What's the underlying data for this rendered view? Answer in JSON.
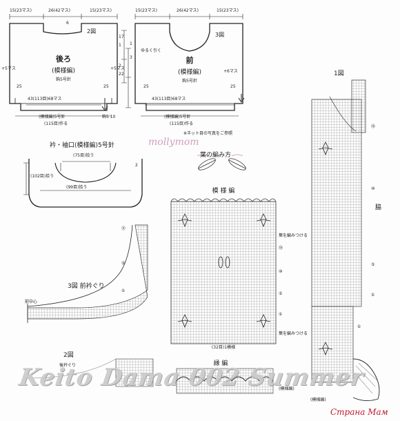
{
  "back": {
    "title": "後ろ",
    "pattern": "(模様編)",
    "needle": "鈎5号針",
    "tag": "2図",
    "width_top_left": "15(23マス)",
    "width_top_mid": "26(42マス)",
    "width_top_right": "15(23マス)",
    "bottom_count": "43(113目)68マス",
    "bottom_pattern": "(模様編)5号針",
    "bottom_total": "(115目)作る",
    "side_right": "鈎5 10",
    "side_a": "+5マス",
    "side_b": "+5マス",
    "num_17": "17",
    "num_25a": "25",
    "num_25b": "25",
    "num_1": "1",
    "num_2": "2",
    "num_22": "22",
    "num_6": "6"
  },
  "front": {
    "title": "前",
    "pattern": "(模様編)",
    "needle": "鈎5号針",
    "tag": "3図",
    "width_top_left": "15(23マス)",
    "width_top_mid": "26(42マス)",
    "width_top_right": "15(23マス)",
    "corner_note": "ゆるく引く",
    "side_note": "+6マス",
    "bottom_count": "43(113目)68マス",
    "bottom_pattern": "(模様編)5号針",
    "bottom_total": "(115目)作る",
    "num_25a": "25",
    "num_25b": "25",
    "num_1": "1",
    "num_3": "3"
  },
  "cuff": {
    "title": "衿・袖口(模様編)5号針",
    "top_count": "(75目)拾う",
    "bottom_count": "(99目)拾う",
    "side_count": "(102目)拾う",
    "num_2": "2"
  },
  "flower": {
    "title": "葉の編み方",
    "small_note": "※ネット目の写真をご参照"
  },
  "main_chart": {
    "title": "模 様 編",
    "note_right_top": "葉を編みつける",
    "note_right_bottom": "葉を編みつける",
    "bottom_note": "(32目)1模様",
    "row_marks": [
      "⑮",
      "⑩",
      "⑤",
      "①"
    ],
    "edging_title": "縁 編",
    "edging_note": "(模様編)"
  },
  "fig1": {
    "title": "1図",
    "side_label": "脇",
    "row_marks": [
      "⑮",
      "⑩",
      "⑤",
      "①",
      "①"
    ],
    "bottom_label": "(模様編)"
  },
  "fig3": {
    "title": "3図 前衿ぐり",
    "row_mark_top": "⑪",
    "row_mark_mid": "⑤",
    "row_mark_low": "①",
    "left_label": "前中心"
  },
  "fig2": {
    "title": "2図",
    "subtitle": "後衿ぐり"
  },
  "watermarks": {
    "keito": "Keito Dama 002 Summer",
    "mollie": "mollymom",
    "brand": "Страна Мам"
  }
}
